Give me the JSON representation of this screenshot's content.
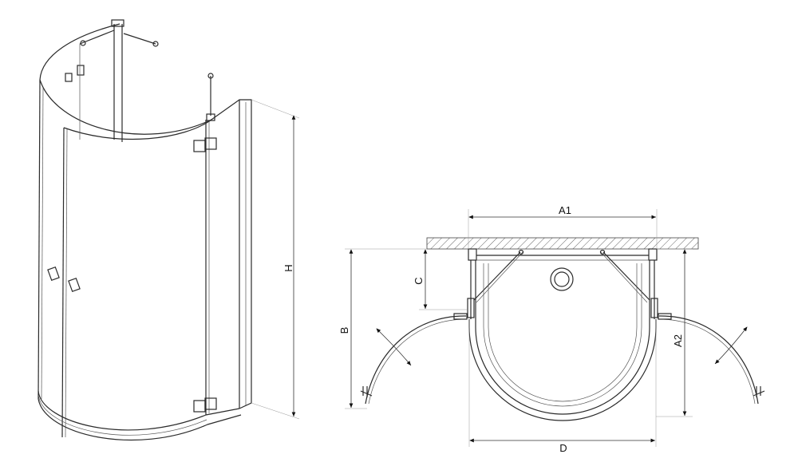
{
  "labels": {
    "height": "H",
    "width_a1": "A1",
    "depth_b": "B",
    "offset_c": "C",
    "depth_a2": "A2",
    "width_d": "D"
  },
  "colors": {
    "line": "#2b2b2b",
    "hatch": "#666666",
    "background": "#ffffff"
  }
}
